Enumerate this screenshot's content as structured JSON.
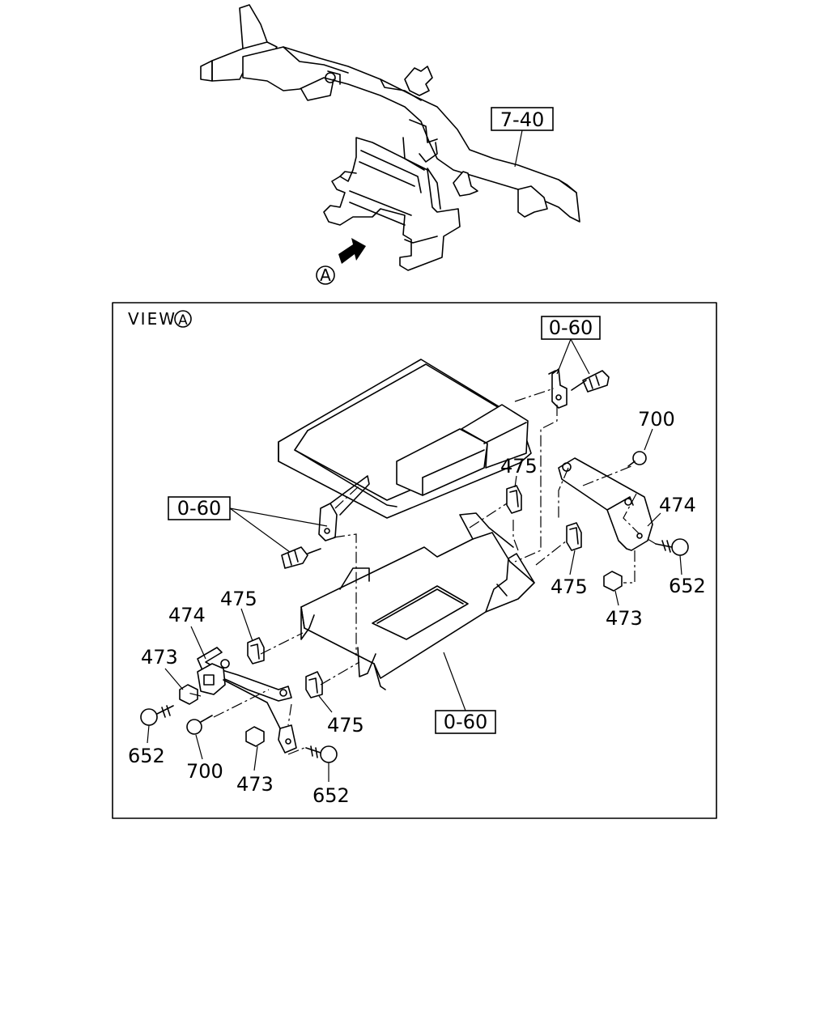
{
  "view": {
    "marker": "A",
    "title": "VIEW",
    "marker_in_view": "A"
  },
  "callouts": {
    "frame_ref": "7-40",
    "ecu_top_ref": "0-60",
    "ecu_left_ref": "0-60",
    "bracket_ref": "0-60",
    "washer_right": "700",
    "bracket_right": "474",
    "clip_right_upper": "475",
    "clip_right_lower": "475",
    "bolt_right": "652",
    "nut_right": "473",
    "clip_left_upper": "475",
    "bracket_left": "474",
    "nut_left_upper": "473",
    "clip_left_lower": "475",
    "bolt_left": "652",
    "washer_left": "700",
    "nut_left_lower": "473",
    "bolt_left_lower": "652"
  }
}
